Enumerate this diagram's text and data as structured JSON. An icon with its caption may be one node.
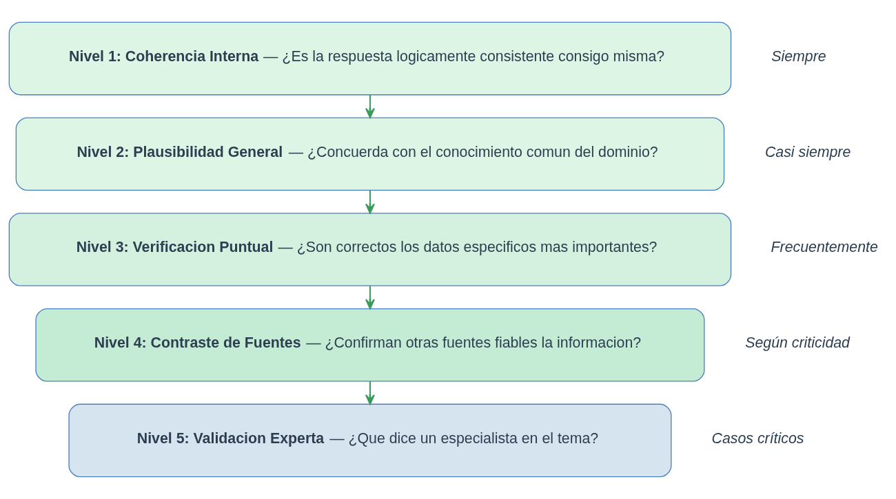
{
  "diagram": {
    "nodes": [
      {
        "text": [
          "**Nivel 1: Coherencia Interna** — ¿Es la respuesta logicamente consistente consigo misma?"
        ],
        "beside": [
          "Siempre"
        ]
      },
      {
        "text": [
          "**Nivel 2: Plausibilidad General** — ¿Concuerda con el conocimiento comun del dominio?"
        ],
        "beside": [
          "Casi siempre"
        ]
      },
      {
        "text": [
          "**Nivel 3: Verificacion Puntual** — ¿Son correctos los datos especificos mas importantes?"
        ],
        "beside": [
          "Frecuentemente"
        ]
      },
      {
        "text": [
          "**Nivel 4: Contraste de Fuentes** — ¿Confirman otras fuentes fiables la informacion?"
        ],
        "beside": [
          "Según criticidad"
        ]
      },
      {
        "text": [
          "**Nivel 5: Validacion Experta** — ¿Que dice un especialista en el tema?"
        ],
        "beside": [
          "Casos críticos"
        ]
      }
    ],
    "edges": [
      {
        "from": 0,
        "to": 1,
        "arrow": "to"
      },
      {
        "from": 1,
        "to": 2,
        "arrow": "to"
      },
      {
        "from": 2,
        "to": 3,
        "arrow": "to"
      },
      {
        "from": 3,
        "to": 4,
        "arrow": "to"
      }
    ]
  }
}
